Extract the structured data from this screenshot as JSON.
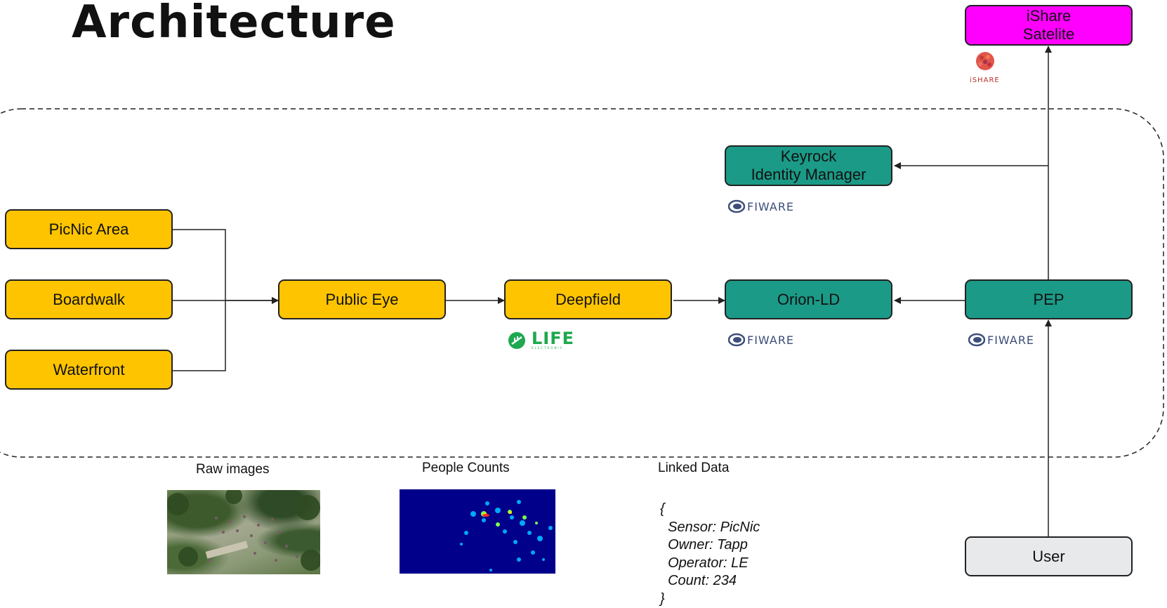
{
  "title": "Architecture",
  "nodes": {
    "ishare": "iShare\nSatelite",
    "keyrock": "Keyrock\nIdentity Manager",
    "picnic": "PicNic Area",
    "boardwalk": "Boardwalk",
    "waterfront": "Waterfront",
    "public_eye": "Public Eye",
    "deepfield": "Deepfield",
    "orion": "Orion-LD",
    "pep": "PEP",
    "user": "User"
  },
  "logos": {
    "fiware": "FIWARE",
    "life": "LIFE",
    "life_sub": "ELECTRONIC",
    "ishare": "iSHARE"
  },
  "captions": {
    "raw_images": "Raw images",
    "people_counts": "People Counts",
    "linked_data": "Linked Data"
  },
  "linked_data_lines": [
    "{",
    "  Sensor: PicNic",
    "  Owner: Tapp",
    "  Operator: LE",
    "  Count: 234",
    "}"
  ],
  "colors": {
    "sensor_nodes": "#ffc400",
    "fiware_nodes": "#1b9a87",
    "ishare_node": "#ff00ff",
    "user_node": "#e7e9ea",
    "fiware_logo": "#3d4e7a",
    "life_logo": "#1ea84f"
  }
}
